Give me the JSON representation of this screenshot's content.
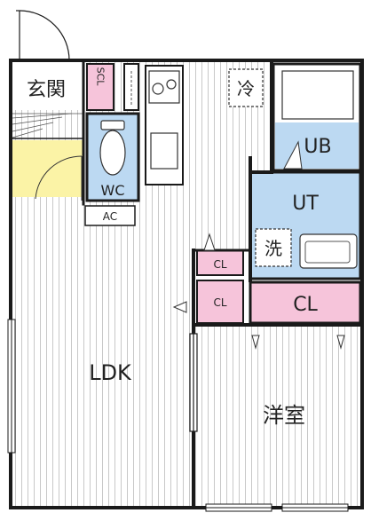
{
  "rooms": {
    "entrance": "玄関",
    "shoe_closet": "SCL",
    "wc": "WC",
    "ac": "AC",
    "fridge": "冷",
    "unit_bath": "UB",
    "utility": "UT",
    "washer": "洗",
    "closet_small_1": "CL",
    "closet_small_2": "CL",
    "closet_main": "CL",
    "ldk": "LDK",
    "western_room": "洋室"
  },
  "colors": {
    "wall": "#1a1a1a",
    "floor_line": "#c8c8c8",
    "entrance_floor": "#fbf3a6",
    "wet_area": "#bcd9f2",
    "closet": "#f6c4da",
    "white": "#ffffff"
  }
}
